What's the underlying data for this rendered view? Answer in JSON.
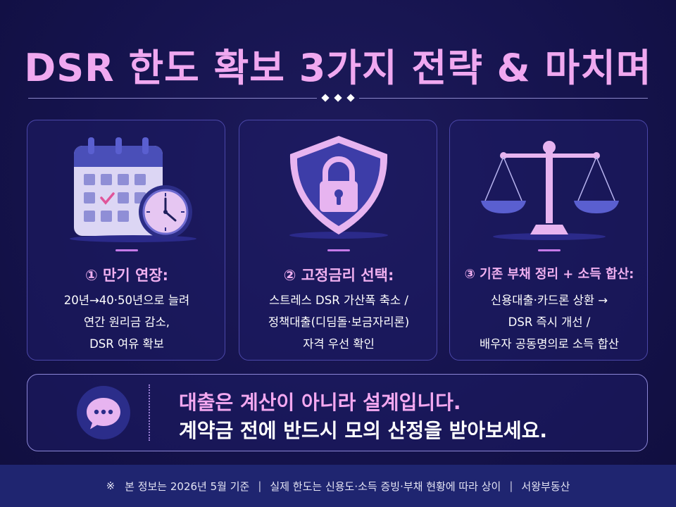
{
  "title": "DSR 한도 확보 3가지 전략 & 마치며",
  "colors": {
    "accent": "#f0a8f0",
    "background": "#15134d",
    "card_border": "#4b47a8"
  },
  "cards": [
    {
      "icon": "calendar-clock-icon",
      "heading": "① 만기 연장:",
      "lines": [
        "20년→40·50년으로 늘려",
        "연간 원리금 감소,",
        "DSR 여유 확보"
      ]
    },
    {
      "icon": "shield-lock-icon",
      "heading": "② 고정금리 선택:",
      "lines": [
        "스트레스 DSR 가산폭 축소 /",
        "정책대출(디딤돌·보금자리론)",
        "자격 우선 확인"
      ]
    },
    {
      "icon": "balance-scale-icon",
      "heading": "③ 기존 부채 정리 + 소득 합산:",
      "lines": [
        "신용대출·카드론 상환 →",
        "DSR 즉시 개선 /",
        "배우자 공동명의로 소득 합산"
      ]
    }
  ],
  "message": {
    "icon": "chat-bubble-icon",
    "line1": "대출은 계산이 아니라 설계입니다.",
    "line2": "계약금 전에 반드시 모의 산정을 받아보세요."
  },
  "footer": {
    "mark": "※",
    "part1": "본 정보는 2026년 5월 기준",
    "sep": "|",
    "part2": "실제 한도는 신용도·소득 증빙·부채 현황에 따라 상이",
    "part3": "서왕부동산"
  }
}
